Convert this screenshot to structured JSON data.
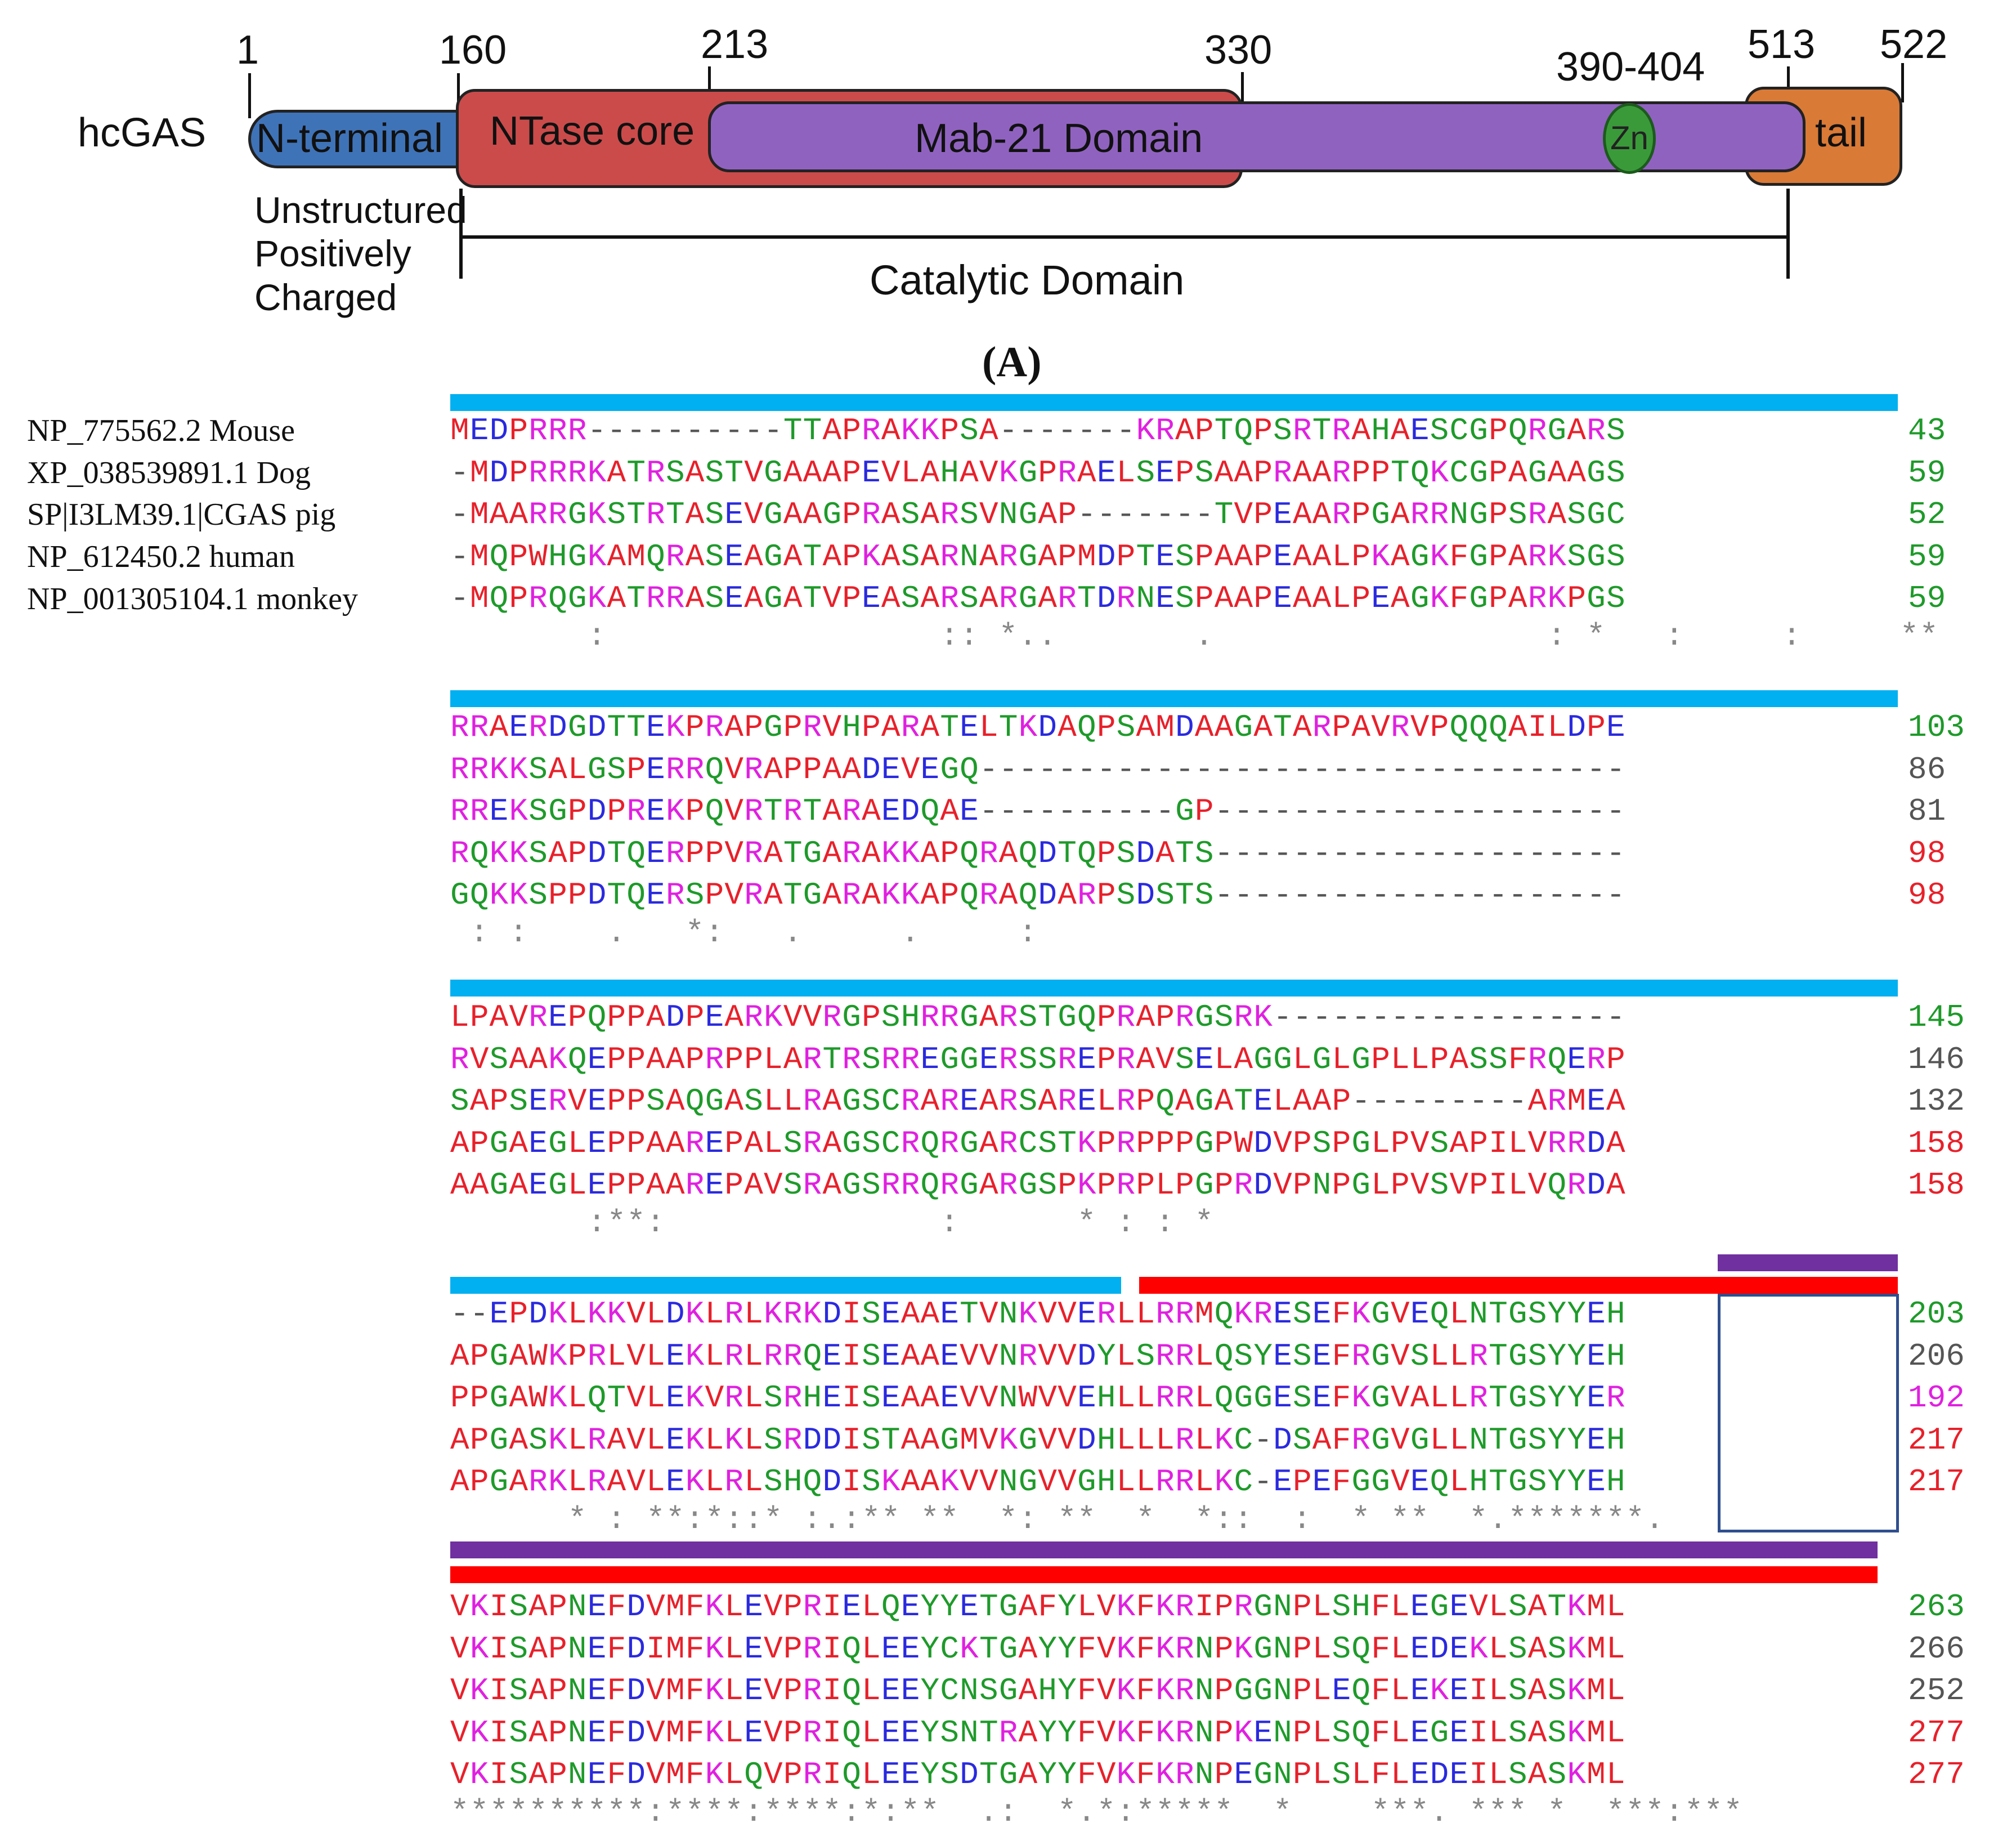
{
  "diagram": {
    "protein": "hcGAS",
    "positions": [
      "1",
      "160",
      "213",
      "330",
      "390-404",
      "513",
      "522"
    ],
    "segments": {
      "n_terminal": "N-terminal",
      "ntase": "NTase core",
      "mab21": "Mab-21 Domain",
      "zn": "Zn",
      "tail": "tail"
    },
    "n_terminal_note": [
      "Unstructured",
      "Positively",
      "Charged"
    ],
    "catalytic": "Catalytic Domain",
    "colors": {
      "n_terminal": "#3f73b8",
      "ntase": "#cb4b4b",
      "mab21": "#9062c0",
      "zn": "#3a9a3a",
      "tail": "#d97a36"
    }
  },
  "panel_label": "(A)",
  "alignment": {
    "species": [
      "NP_775562.2  Mouse",
      "XP_038539891.1 Dog",
      "SP|I3LM39.1|CGAS pig",
      "NP_612450.2 human",
      "NP_001305104.1 monkey"
    ],
    "blocks": [
      {
        "seqs": [
          "MEDPRRR----------TTAPRAKKPSA-------KRAPTQPSRTRAHAESCGPQRGARS",
          "-MDPRRRKATRSASTVGAAAPEVLAHAVKGPRAELSEPSAAPRAARPPTQKCGPAGAAGS",
          "-MAARRGKSTRTASEVGAAGPRASARSVNGAP-------TVPEAARPGARRNGPSRASGC",
          "-MQPWHGKAMQRASEAGATAPKASARNARGAPMDPTESPAAPEAALPKAGKFGPARKSGS",
          "-MQPRQGKATRRASEAGATVPEASARSARGARTDRNESPAAPEAALPEAGKFGPARKPGS"
        ],
        "nums": [
          "43",
          "59",
          "52",
          "59",
          "59"
        ],
        "cons": "       :                 :: *..       .                 : *   :     :     **       ."
      },
      {
        "seqs": [
          "RRAERDGDTTEKPRAPGPRVHPARATELTKDAQPSAMDAAGATARPAVRVPQQQAILDPE",
          "RRKKSALGSPERRQVRAPPAADEVEGQ---------------------------------",
          "RREKSGPDPREKPQVRTRTARAEDQAE----------GP---------------------",
          "RQKKSAPDTQERPPVRATGARAKKAPQRAQDTQPSDATS---------------------",
          "GQKKSPPDTQERSPVRATGARAKKAPQRAQDARPSDSTS---------------------"
        ],
        "nums": [
          "103",
          "86",
          "81",
          "98",
          "98"
        ],
        "cons": " : :    .   *:   .     .     :"
      },
      {
        "seqs": [
          "LPAVREPQPPADPEARKVVRGPSHRRGARSTGQPRAPRGSRK------------------",
          "RVSAAKQEPPAAPRPPLARTRSRREGGERSSREPRAVSELAGGLGLGPLLPASSFRQERP",
          "SAPSERVEPPSAQGASLLRAGSCRAREARSARELRPQAGATELAAP---------ARMEA",
          "APGAEGLEPPAAREPALSRAGSCRQRGARCSTKPRPPPGPWDVPSPGLPVSAPILVRRDA",
          "AAGAEGLEPPAAREPAVSRAGSRRQRGARGSPKPRPLPGPRDVPNPGLPVSVPILVQRDA"
        ],
        "nums": [
          "145",
          "146",
          "132",
          "158",
          "158"
        ],
        "cons": "       :**:              :      * : : *"
      },
      {
        "seqs": [
          "--EPDKLKKVLDKLRLKRKDISEAAETVNKVVERLLRRMQKRESEFKGVEQLNTGSYYEH",
          "APGAWKPRLVLEKLRLRRQEISEAAEVVNRVVDYLSRRLQSYESEFRGVSLLRTGSYYEH",
          "PPGAWKLQTVLEKVRLSRHEISEAAEVVNWVVEHLLRRLQGGESEFKGVALLRTGSYYER",
          "APGASKLRAVLEKLKLSRDDISTAAGMVKGVVDHLLLRLKC-DSAFRGVGLLNTGSYYEH",
          "APGARKLRAVLEKLRLSHQDISKAAKVVNGVVGHLLRRLKC-EPEFGGVEQLHTGSYYEH"
        ],
        "nums": [
          "203",
          "206",
          "192",
          "217",
          "217"
        ],
        "cons": "      * : **:*::* :.:** **  *: **  *  *::  :  * **  *.*******."
      },
      {
        "seqs": [
          "VKISAPNEFDVMFKLEVPRIELQEYYETGAFYLVKFKRIPRGNPLSHFLEGEVLSATKML",
          "VKISAPNEFDIMFKLEVPRIQLEEYCKTGAYYFVKFKRNPKGNPLSQFLEDEKLSASKML",
          "VKISAPNEFDVMFKLEVPRIQLEEYCNSGAHYFVKFKRNPGGNPLEQFLEKEILSASKML",
          "VKISAPNEFDVMFKLEVPRIQLEEYSNTRAYYFVKFKRNPKENPLSQFLEGEILSASKML",
          "VKISAPNEFDVMFKLQVPRIQLEEYSDTGAYYFVKFKRNPEGNPLSLFLEDEILSASKML"
        ],
        "nums": [
          "263",
          "266",
          "252",
          "277",
          "277"
        ],
        "cons": "**********:****:****:*:**  .:  *.*:*****  *    ***. *** *  ***:***"
      }
    ],
    "colors": {
      "hydrophobic": "#e8202a",
      "acidic": "#2a2adf",
      "basic": "#e020e0",
      "polar": "#1e9a2a",
      "nt_bar": "#00b0f0",
      "ntase_bar": "#ff0000",
      "mab_bar": "#7030a0"
    }
  }
}
